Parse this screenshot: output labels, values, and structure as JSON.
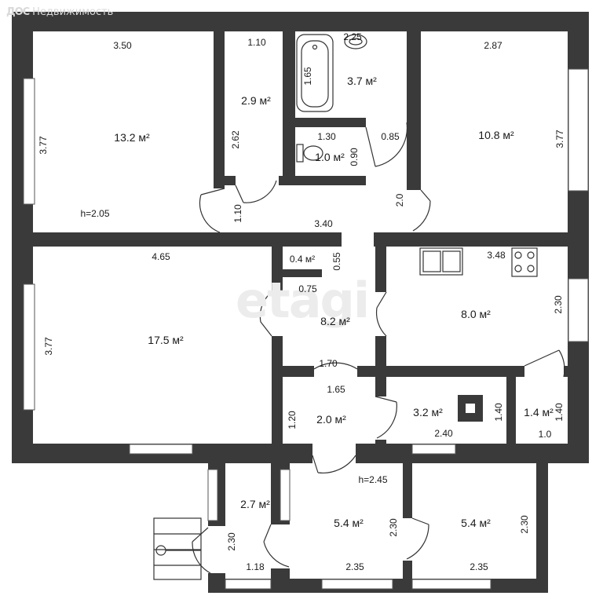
{
  "brand": {
    "logo": "ДОС",
    "name": "Недвижимость"
  },
  "watermark": "etagi",
  "ceiling_heights": [
    "h=2.05",
    "h=2.45"
  ],
  "rooms": [
    {
      "area": "13.2 м²"
    },
    {
      "area": "2.9 м²"
    },
    {
      "area": "3.7 м²"
    },
    {
      "area": "1.0 м²"
    },
    {
      "area": "10.8 м²"
    },
    {
      "area": "17.5 м²"
    },
    {
      "area": "0.4 м²"
    },
    {
      "area": "8.2 м²"
    },
    {
      "area": "8.0 м²"
    },
    {
      "area": "2.0 м²"
    },
    {
      "area": "3.2 м²"
    },
    {
      "area": "1.4 м²"
    },
    {
      "area": "2.7 м²"
    },
    {
      "area": "5.4 м²"
    },
    {
      "area": "5.4 м²"
    }
  ],
  "dimensions": [
    "3.50",
    "3.77",
    "1.10",
    "2.62",
    "2.25",
    "1.65",
    "2.87",
    "3.77",
    "1.30",
    "0.85",
    "0.90",
    "1.10",
    "2.0",
    "3.40",
    "4.65",
    "0.55",
    "3.48",
    "3.77",
    "0.75",
    "2.30",
    "1.70",
    "1.65",
    "1.20",
    "1.40",
    "1.40",
    "2.40",
    "1.0",
    "2.30",
    "1.18",
    "2.35",
    "2.30",
    "2.35",
    "2.30"
  ]
}
